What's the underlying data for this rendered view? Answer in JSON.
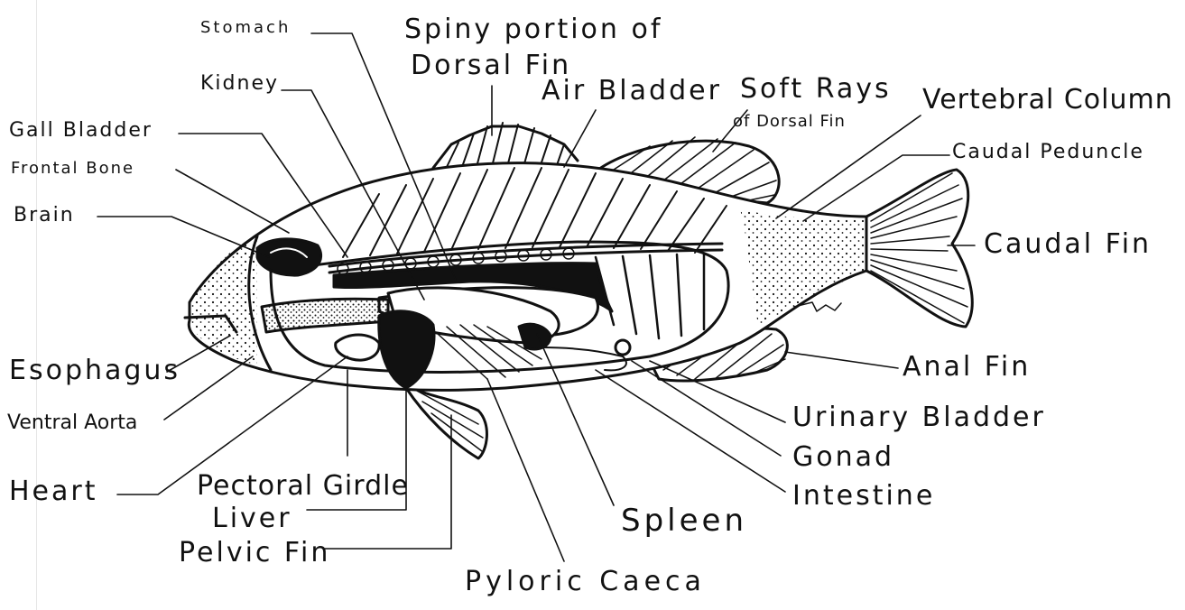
{
  "labels": {
    "stomach": "Stomach",
    "spiny_dorsal": "Spiny portion of",
    "spiny_dorsal_2": "Dorsal Fin",
    "kidney": "Kidney",
    "air_bladder": "Air Bladder",
    "soft_rays": "Soft Rays",
    "soft_rays_2": "of Dorsal Fin",
    "vertebral_column": "Vertebral Column",
    "gall_bladder": "Gall Bladder",
    "caudal_peduncle": "Caudal Peduncle",
    "frontal_bone": "Frontal Bone",
    "brain": "Brain",
    "caudal_fin": "Caudal Fin",
    "esophagus": "Esophagus",
    "anal_fin": "Anal Fin",
    "ventral_aorta": "Ventral Aorta",
    "urinary_bladder": "Urinary Bladder",
    "heart": "Heart",
    "pectoral_girdle": "Pectoral Girdle",
    "gonad": "Gonad",
    "liver": "Liver",
    "intestine": "Intestine",
    "spleen": "Spleen",
    "pelvic_fin": "Pelvic Fin",
    "pyloric_caeca": "Pyloric Caeca"
  },
  "colors": {
    "ink": "#111111",
    "paper": "#ffffff"
  }
}
